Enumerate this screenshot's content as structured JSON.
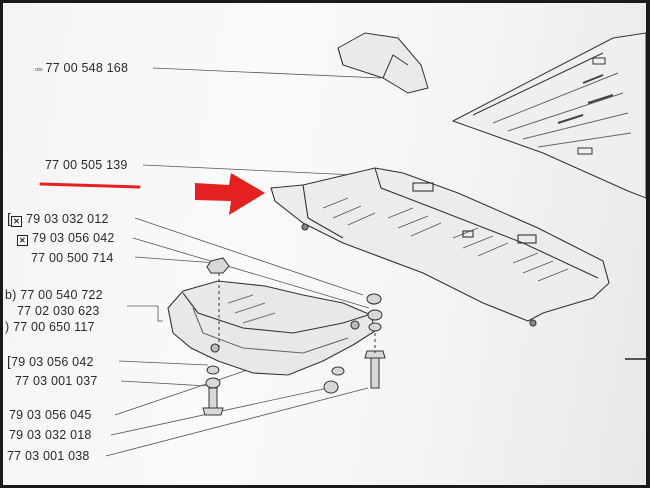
{
  "part_numbers": {
    "top": "77 00 548 168",
    "highlighted": "77 00 505 139",
    "l1": "79 03 032 012",
    "l2": "79 03 056 042",
    "l3": "77 00 500 714",
    "l4": "77 00 540 722",
    "l5": "77 02 030 623",
    "l6": "77 00 650 117",
    "l7": "79 03 056 042",
    "l8": "77 03 001 037",
    "l9": "79 03 056 045",
    "l10": "79 03 032 018",
    "l11": "77 03 001 038"
  },
  "prefixes": {
    "l4": "b)",
    "l6": ")"
  },
  "icons": {
    "grid": "grid-icon",
    "cross_box": "cross-box-icon",
    "arrow": "red-arrow-icon",
    "underline": "red-underline"
  },
  "colors": {
    "accent": "#e52020",
    "ink": "#2a2a2a",
    "paper": "#f6f6f6"
  }
}
